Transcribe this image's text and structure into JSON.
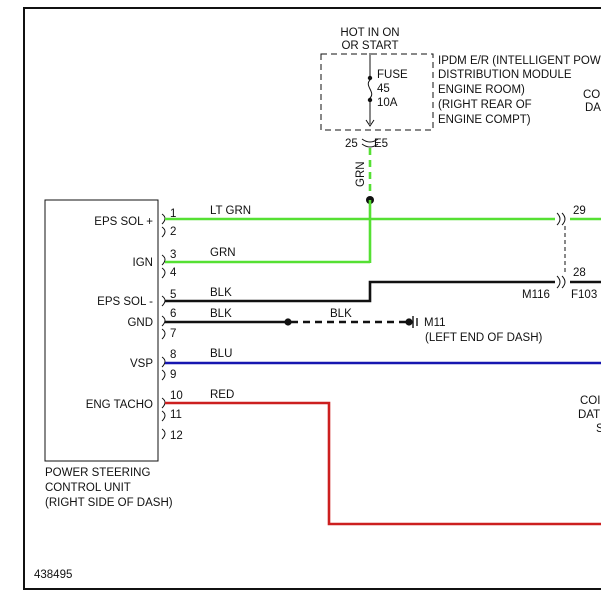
{
  "fuse_block": {
    "supply": [
      "HOT IN ON",
      "OR START"
    ],
    "fuse_label": "FUSE",
    "fuse_number": "45",
    "fuse_rating": "10A",
    "module_label": [
      "IPDM E/R (INTELLIGENT POW",
      "DISTRIBUTION MODULE",
      "ENGINE ROOM)",
      "(RIGHT REAR OF",
      "ENGINE COMPT)"
    ],
    "terminal": "25",
    "connector": "E5"
  },
  "control_unit": {
    "label": [
      "POWER STEERING",
      "CONTROL UNIT",
      "(RIGHT SIDE OF DASH)"
    ],
    "pin_numbers": [
      "1",
      "2",
      "3",
      "4",
      "5",
      "6",
      "7",
      "8",
      "9",
      "10",
      "11",
      "12"
    ],
    "signals": {
      "pin1": "EPS SOL +",
      "pin3": "IGN",
      "pin5": "EPS SOL -",
      "pin6": "GND",
      "pin8": "VSP",
      "pin10": "ENG TACHO"
    }
  },
  "wires": {
    "vertical_grn": "GRN",
    "pin1": "LT GRN",
    "pin3": "GRN",
    "pin5": "BLK",
    "pin6": "BLK",
    "ground_run": "BLK",
    "pin8": "BLU",
    "pin10": "RED"
  },
  "wire_colors": {
    "green": "#55e033",
    "black": "#3a3a3a",
    "blue": "#1616b0",
    "red": "#cc1f1f"
  },
  "ground": {
    "name": "M11",
    "location": "(LEFT END OF DASH)"
  },
  "right_connectors": {
    "pin_29": "29",
    "pin_28": "28",
    "left_connector": "M116",
    "right_connector": "F103"
  },
  "clipped_labels": {
    "top_right": [
      "CO",
      "DA"
    ],
    "mid_right": [
      "COI",
      "DAT",
      "S"
    ]
  },
  "diagram_id": "438495"
}
